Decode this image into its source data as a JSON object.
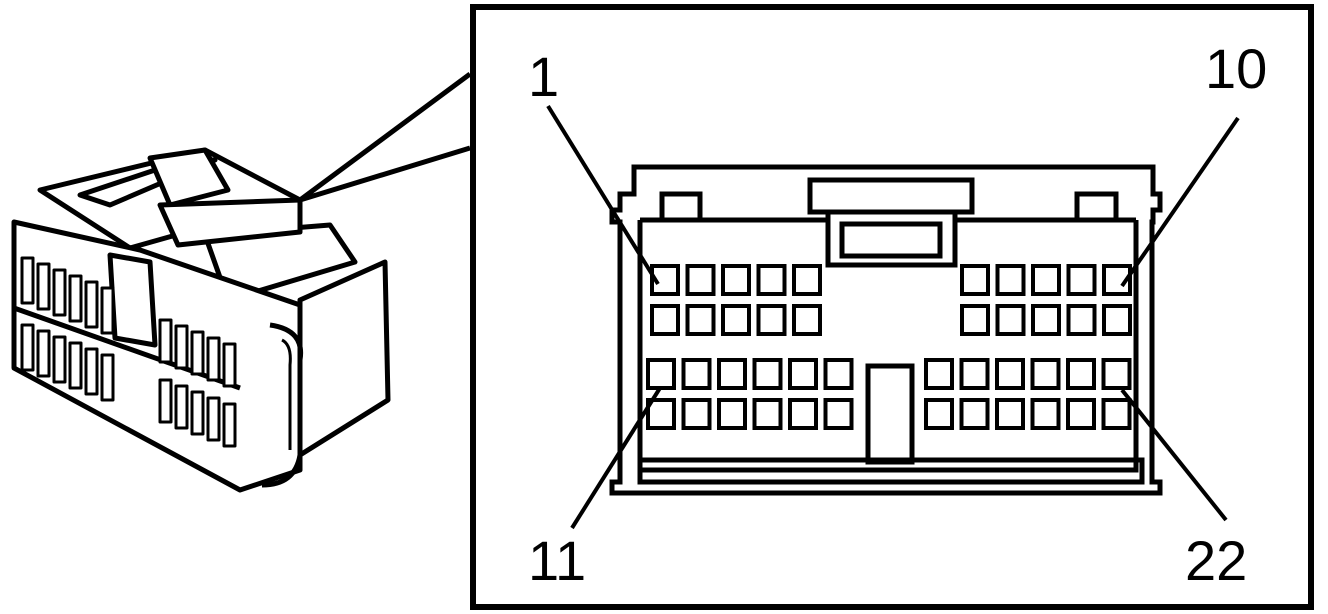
{
  "colors": {
    "ink": "#000000",
    "paper": "#ffffff",
    "shade": "#f4f4f4"
  },
  "connector": {
    "pin_labels": {
      "first_top": "1",
      "last_top": "10",
      "first_bottom": "11",
      "last_bottom": "22"
    }
  },
  "icons": {
    "connector_illustration": "connector-3d-icon"
  }
}
